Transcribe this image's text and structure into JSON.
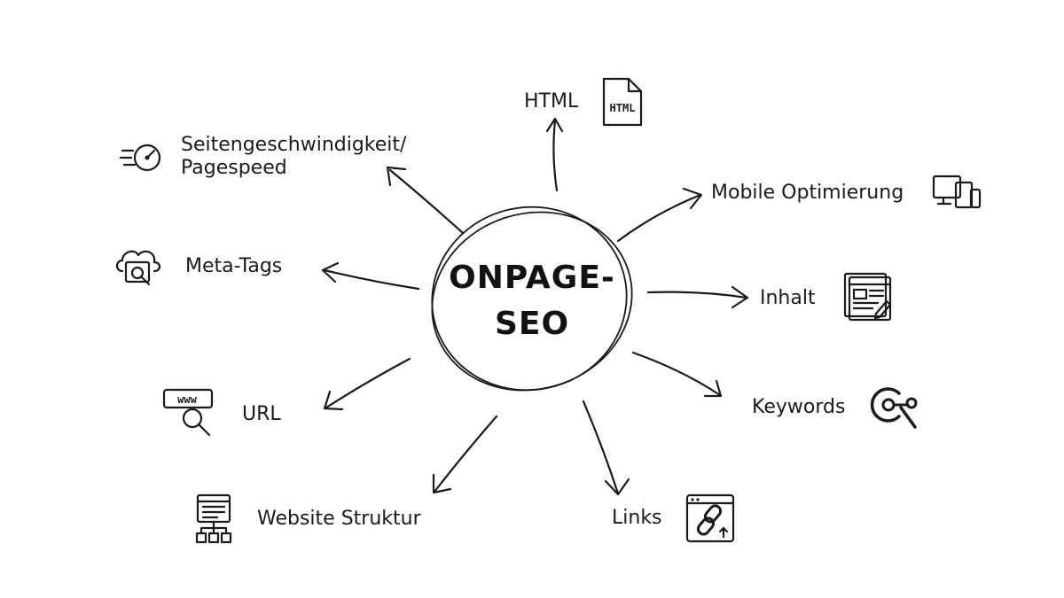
{
  "center": {
    "line1": "ONPAGE-",
    "line2": "SEO"
  },
  "items": {
    "html": "HTML",
    "html_icon_text": "HTML",
    "pagespeed_line1": "Seitengeschwindigkeit/",
    "pagespeed_line2": "Pagespeed",
    "mobile": "Mobile Optimierung",
    "metatags": "Meta-Tags",
    "inhalt": "Inhalt",
    "url": "URL",
    "url_icon_text": "www",
    "keywords": "Keywords",
    "website_struktur": "Website Struktur",
    "links": "Links"
  },
  "icons": {
    "html": "html-file-icon",
    "pagespeed": "speedometer-icon",
    "mobile": "devices-icon",
    "metatags": "cloud-search-icon",
    "inhalt": "content-edit-icon",
    "url": "url-search-icon",
    "keywords": "key-search-icon",
    "website_struktur": "sitemap-icon",
    "links": "chain-link-icon"
  }
}
